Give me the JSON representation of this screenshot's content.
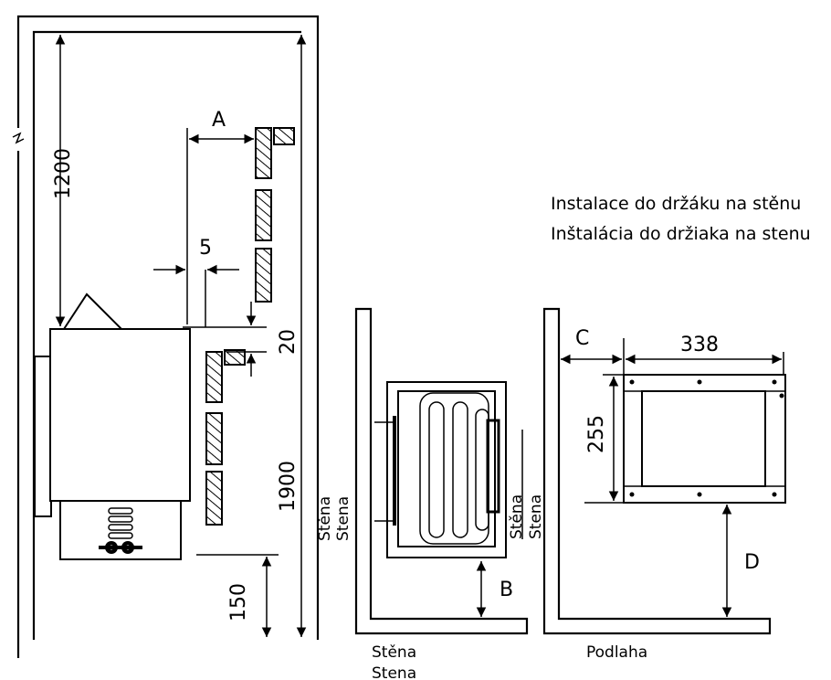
{
  "title": {
    "cz": "Instalace do držáku na stěnu",
    "sk": "Inštalácia do držiaka na stenu"
  },
  "side_view": {
    "dim_1200": "1200",
    "dim_A": "A",
    "dim_5": "5",
    "dim_20": "20",
    "dim_1900": "1900",
    "dim_150": "150"
  },
  "top_view": {
    "wall_side_cz": "Stěna",
    "wall_side_sk": "Stena",
    "wall_right_cz": "Stěna",
    "wall_right_sk": "Stena",
    "wall_bottom_cz": "Stěna",
    "wall_bottom_sk": "Stena",
    "dim_B": "B"
  },
  "bracket_view": {
    "dim_C": "C",
    "dim_338": "338",
    "dim_255": "255",
    "dim_D": "D",
    "floor": "Podlaha"
  }
}
